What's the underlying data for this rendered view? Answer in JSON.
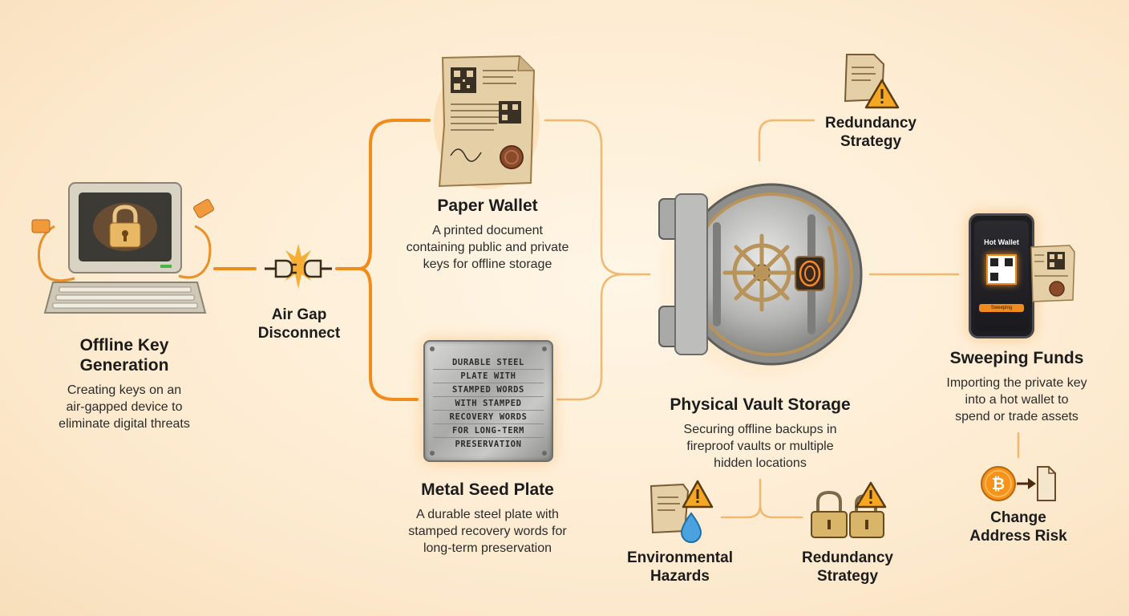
{
  "nodes": {
    "offline_key": {
      "title": "Offline Key Generation",
      "title_l1": "Offline Key",
      "title_l2": "Generation",
      "desc_l1": "Creating keys on an",
      "desc_l2": "air-gapped device to",
      "desc_l3": "eliminate digital threats"
    },
    "air_gap": {
      "title_l1": "Air Gap",
      "title_l2": "Disconnect"
    },
    "paper_wallet": {
      "title": "Paper Wallet",
      "desc_l1": "A printed document",
      "desc_l2": "containing public and private",
      "desc_l3": "keys for offline storage"
    },
    "metal_plate": {
      "title": "Metal Seed Plate",
      "desc_l1": "A durable steel plate with",
      "desc_l2": "stamped recovery words for",
      "desc_l3": "long-term preservation",
      "plate_lines": [
        "DURABLE STEEL",
        "PLATE WITH",
        "STAMPED WORDS",
        "WITH STAMPED",
        "RECOVERY WORDS",
        "FOR LONG-TERM",
        "PRESERVATION"
      ]
    },
    "vault": {
      "title": "Physical Vault Storage",
      "desc_l1": "Securing offline backups in",
      "desc_l2": "fireproof vaults or multiple",
      "desc_l3": "hidden locations"
    },
    "redundancy_top": {
      "title_l1": "Redundancy",
      "title_l2": "Strategy"
    },
    "env_hazards": {
      "title_l1": "Environmental",
      "title_l2": "Hazards"
    },
    "redundancy_bottom": {
      "title_l1": "Redundancy",
      "title_l2": "Strategy"
    },
    "sweeping": {
      "title": "Sweeping Funds",
      "desc_l1": "Importing the private key",
      "desc_l2": "into a hot wallet to",
      "desc_l3": "spend or trade assets",
      "phone_header": "Hot Wallet",
      "phone_button": "Sweeping"
    },
    "change_address": {
      "title_l1": "Change",
      "title_l2": "Address Risk"
    }
  },
  "colors": {
    "accent": "#f08c1e",
    "wire_light": "#f2b870",
    "warning": "#f5a623",
    "bitcoin": "#f7931a"
  },
  "icons": [
    "computer-lock-icon",
    "unplugged-connector-icon",
    "paper-wallet-icon",
    "metal-plate-icon",
    "vault-icon",
    "document-warning-icon",
    "water-drop-icon",
    "padlock-icon",
    "phone-icon",
    "bitcoin-icon"
  ]
}
